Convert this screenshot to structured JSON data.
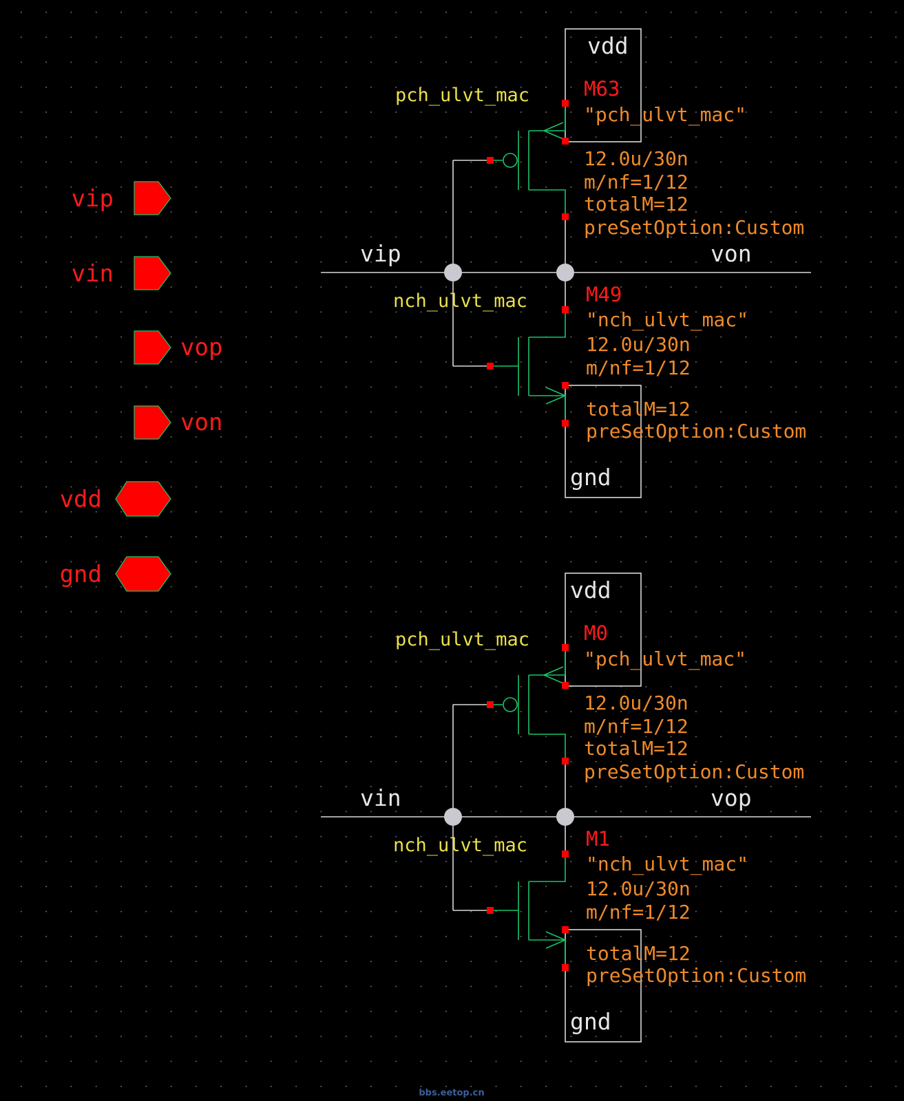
{
  "ports": [
    {
      "name": "vip",
      "kind": "input"
    },
    {
      "name": "vin",
      "kind": "input"
    },
    {
      "name": "vop",
      "kind": "output"
    },
    {
      "name": "von",
      "kind": "output"
    },
    {
      "name": "vdd",
      "kind": "inout"
    },
    {
      "name": "gnd",
      "kind": "inout"
    }
  ],
  "inverters": [
    {
      "input_net": "vip",
      "output_net": "von",
      "supply_label": "vdd",
      "ground_label": "gnd",
      "pmos": {
        "type_label": "pch_ulvt_mac",
        "instance": "M63",
        "model": "\"pch_ulvt_mac\"",
        "size": "12.0u/30n",
        "mnf": "m/nf=1/12",
        "totalm": "totalM=12",
        "preset": "preSetOption:Custom"
      },
      "nmos": {
        "type_label": "nch_ulvt_mac",
        "instance": "M49",
        "model": "\"nch_ulvt_mac\"",
        "size": "12.0u/30n",
        "mnf": "m/nf=1/12",
        "totalm": "totalM=12",
        "preset": "preSetOption:Custom"
      }
    },
    {
      "input_net": "vin",
      "output_net": "vop",
      "supply_label": "vdd",
      "ground_label": "gnd",
      "pmos": {
        "type_label": "pch_ulvt_mac",
        "instance": "M0",
        "model": "\"pch_ulvt_mac\"",
        "size": "12.0u/30n",
        "mnf": "m/nf=1/12",
        "totalm": "totalM=12",
        "preset": "preSetOption:Custom"
      },
      "nmos": {
        "type_label": "nch_ulvt_mac",
        "instance": "M1",
        "model": "\"nch_ulvt_mac\"",
        "size": "12.0u/30n",
        "mnf": "m/nf=1/12",
        "totalm": "totalM=12",
        "preset": "preSetOption:Custom"
      }
    }
  ],
  "watermark": "bbs.eetop.cn",
  "colors": {
    "background": "#000000",
    "wire": "#d9d9d9",
    "device": "#19c46a",
    "pin": "#ff0000",
    "instance_label": "#ff1a1a",
    "param_label": "#ef8a2a",
    "type_label": "#e8e04a"
  }
}
